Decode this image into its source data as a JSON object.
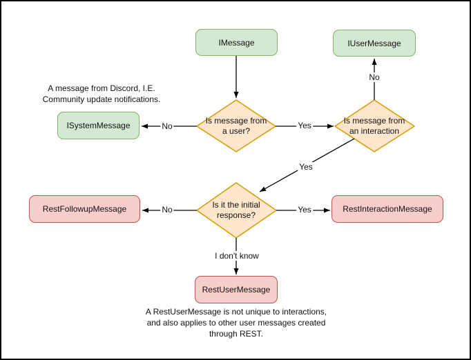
{
  "colors": {
    "interface_fill": "#d5e8d4",
    "interface_stroke": "#82b366",
    "decision_fill": "#ffe6cc",
    "decision_stroke": "#d79b00",
    "rest_fill": "#f8cecc",
    "rest_stroke": "#b85450",
    "edge": "#000000",
    "background": "#ffffff"
  },
  "nodes": {
    "imessage": "IMessage",
    "iuser": "IUserMessage",
    "isystem": "ISystemMessage",
    "decision_user": "Is message from a user?",
    "decision_interaction": "Is message from an interaction",
    "decision_initial": "Is it the initial response?",
    "rest_followup": "RestFollowupMessage",
    "rest_interaction": "RestInteractionMessage",
    "rest_user": "RestUserMessage"
  },
  "edge_labels": {
    "user_no": "No",
    "user_yes": "Yes",
    "interaction_no": "No",
    "interaction_yes": "Yes",
    "initial_no": "No",
    "initial_yes": "Yes",
    "initial_unknown": "I don't know"
  },
  "annotations": {
    "system_note": {
      "line1": "A message from Discord, I.E.",
      "line2": "Community update notifications."
    },
    "rest_user_note": {
      "line1": "A RestUserMessage is not unique to interactions,",
      "line2": "and also applies to other user messages created",
      "line3": "through REST."
    }
  }
}
